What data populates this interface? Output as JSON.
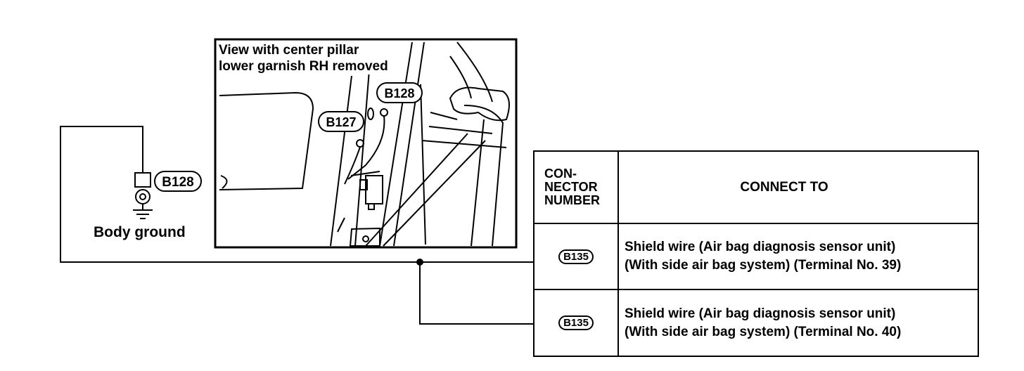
{
  "ground": {
    "connector": "B128",
    "label": "Body ground"
  },
  "view": {
    "caption_line1": "View with center pillar",
    "caption_line2": "lower garnish RH removed",
    "callouts": [
      "B128",
      "B127"
    ]
  },
  "table": {
    "header_number_lines": [
      "CON-",
      "NECTOR",
      "NUMBER"
    ],
    "header_connect": "CONNECT TO",
    "rows": [
      {
        "connector": "B135",
        "line1": "Shield wire (Air bag diagnosis sensor unit)",
        "line2": "(With side air bag system) (Terminal No. 39)"
      },
      {
        "connector": "B135",
        "line1": "Shield wire (Air bag diagnosis sensor unit)",
        "line2": "(With side air bag system) (Terminal No. 40)"
      }
    ]
  }
}
